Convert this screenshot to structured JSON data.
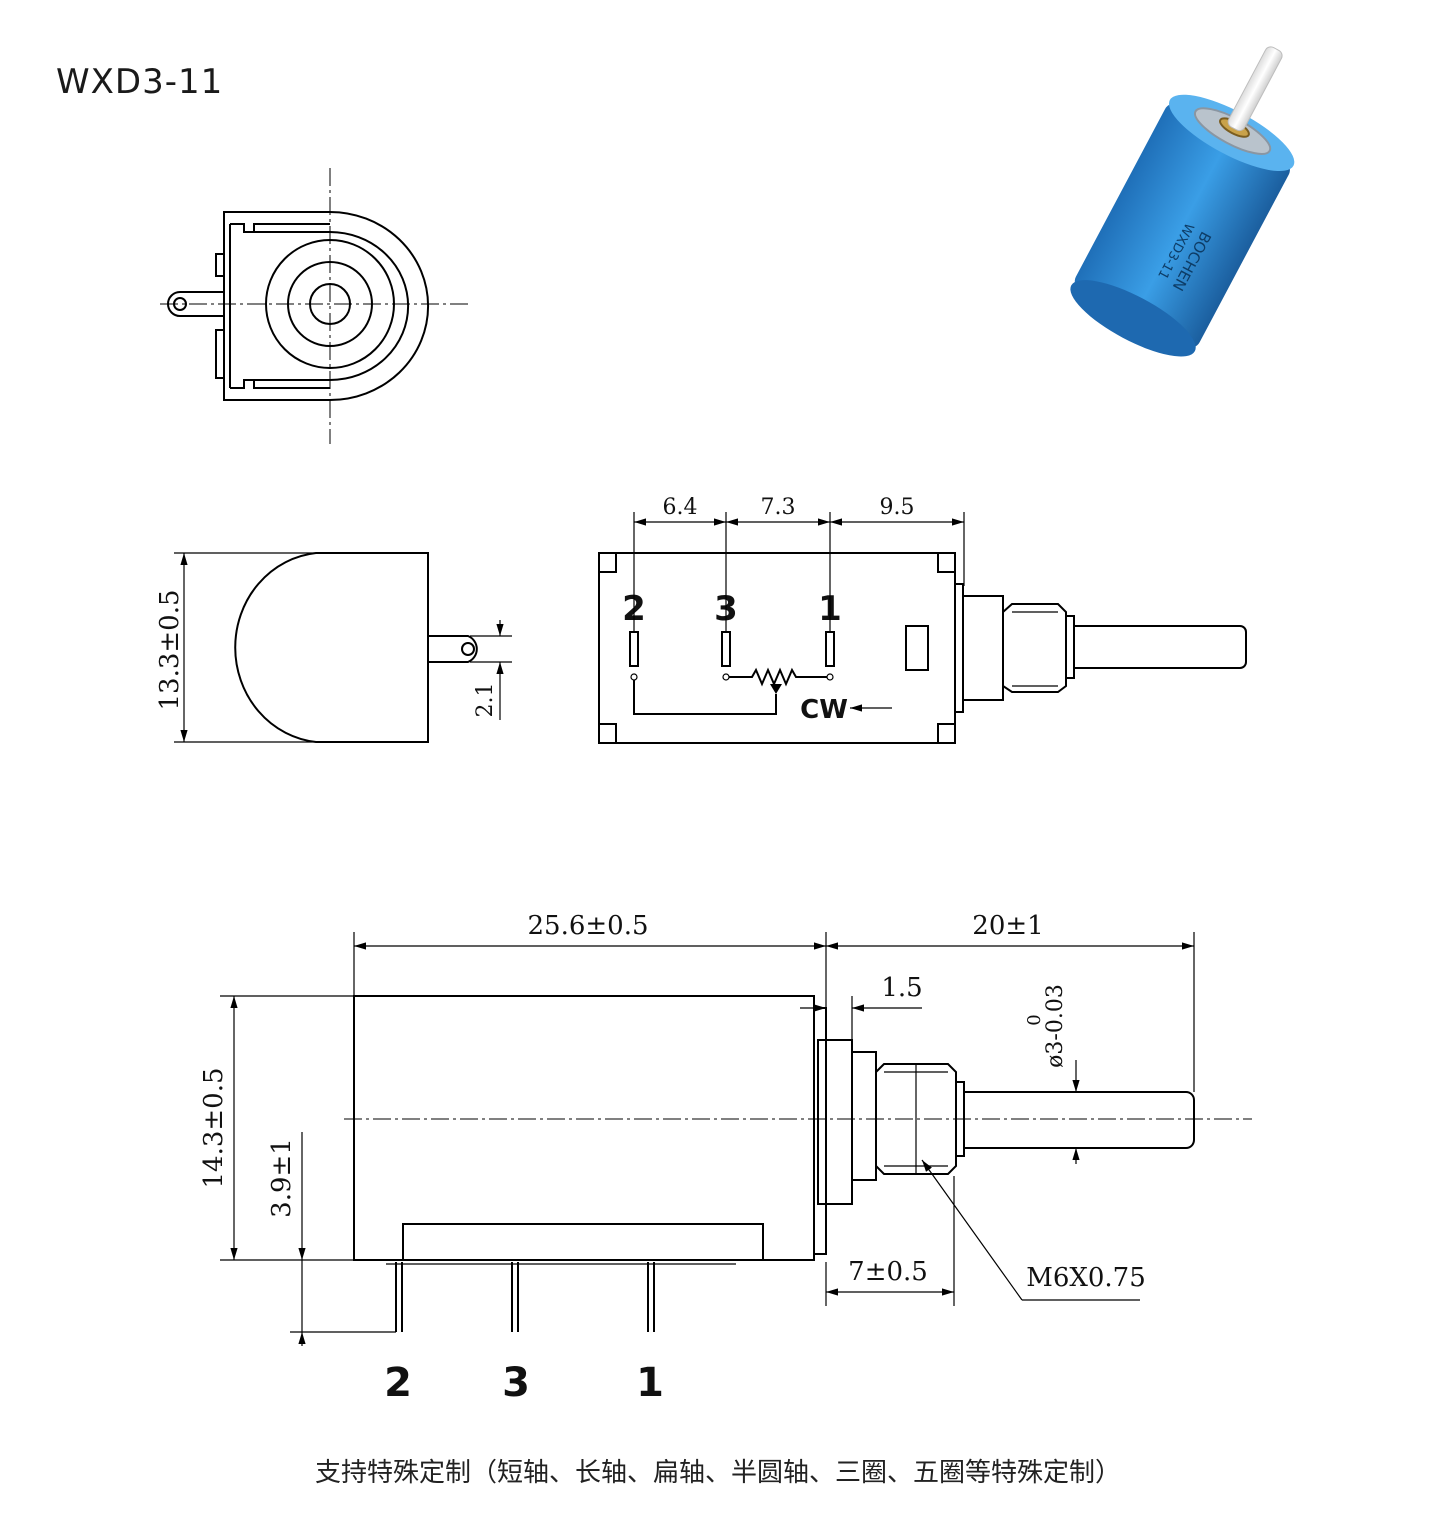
{
  "model": "WXD3-11",
  "front_view_dims": {
    "pitch_1": "6.4",
    "pitch_2": "7.3",
    "pitch_3": "9.5"
  },
  "pins": {
    "left": "2",
    "middle": "3",
    "right": "1"
  },
  "rotation_label": "CW",
  "side_view_dims": {
    "height": "13.3±0.5",
    "tab_offset": "2.1"
  },
  "bottom_view_dims": {
    "body_length": "25.6±0.5",
    "shaft_length": "20±1",
    "flange": "1.5",
    "shaft_diameter_nominal": "ø3-0.03",
    "shaft_diameter_upper": "0",
    "body_height": "14.3±0.5",
    "pin_length": "3.9±1",
    "bushing_length": "7±0.5",
    "thread": "M6X0.75"
  },
  "product_photo": {
    "brand": "BOCHEN",
    "model_text": "WXD3-11",
    "body_color": "#2f8fd6",
    "shaft_color": "#f4f4f4"
  },
  "footer_note": "支持特殊定制（短轴、长轴、扁轴、半圆轴、三圈、五圈等特殊定制）"
}
